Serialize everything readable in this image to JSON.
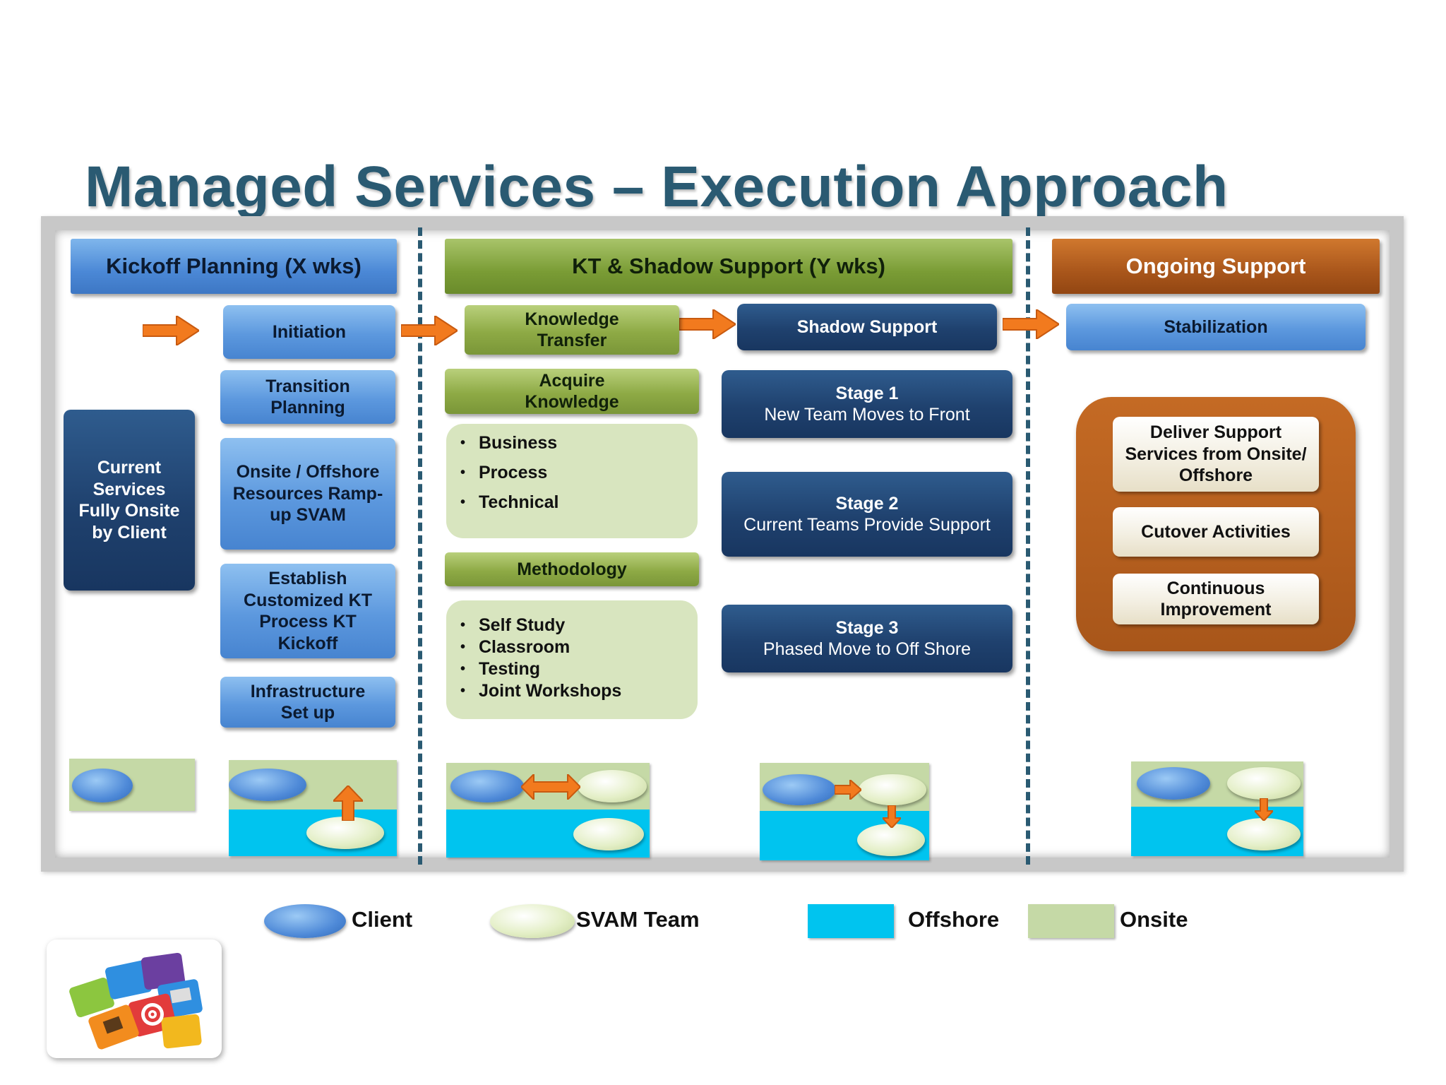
{
  "title": "Managed Services – Execution Approach",
  "colors": {
    "kickoff": "#4b88d6",
    "kt": "#7a9c35",
    "ongoing": "#a9561b",
    "navy": "#1f416e",
    "offshore": "#00c4ef",
    "onsite": "#c5d9a6",
    "divider": "#2a5a72",
    "arrow": "#f27a1e"
  },
  "phases": {
    "kickoff": "Kickoff Planning (X wks)",
    "kt": "KT & Shadow Support (Y wks)",
    "ongoing": "Ongoing Support"
  },
  "kickoff": {
    "current_state": "Current Services Fully Onsite by Client",
    "steps": [
      "Initiation",
      "Transition Planning",
      "Onsite / Offshore Resources Ramp-up SVAM",
      "Establish Customized KT Process KT Kickoff",
      "Infrastructure Set up"
    ]
  },
  "kt": {
    "knowledge_transfer": "Knowledge Transfer",
    "acquire_knowledge": "Acquire Knowledge",
    "knowledge_items": [
      "Business",
      "Process",
      "Technical"
    ],
    "methodology": "Methodology",
    "methodology_items": [
      "Self Study",
      "Classroom",
      "Testing",
      "Joint Workshops"
    ],
    "shadow_support": "Shadow Support",
    "stages": [
      {
        "title": "Stage 1",
        "desc": "New Team Moves to Front"
      },
      {
        "title": "Stage 2",
        "desc": "Current Teams Provide Support"
      },
      {
        "title": "Stage 3",
        "desc": "Phased Move to Off Shore"
      }
    ]
  },
  "ongoing": {
    "stabilization": "Stabilization",
    "items": [
      "Deliver Support Services from Onsite/ Offshore",
      "Cutover Activities",
      "Continuous Improvement"
    ]
  },
  "legend": {
    "client": "Client",
    "svam": "SVAM Team",
    "offshore": "Offshore",
    "onsite": "Onsite"
  },
  "icons": {
    "arrow": "orange-right-arrow",
    "logo": "puzzle-pieces-logo"
  }
}
